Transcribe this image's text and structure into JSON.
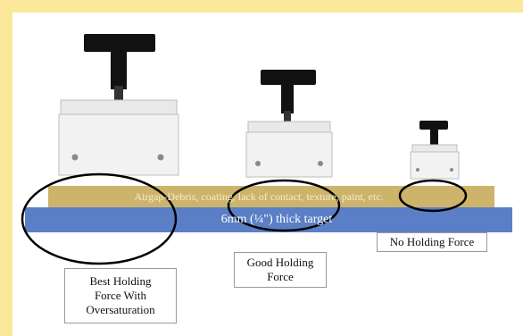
{
  "diagram": {
    "gap_layer_text": "Airgap-Debris, coating, lack of contact, texture, paint, etc.",
    "target_text": "6mm (¼\") thick target",
    "labels": {
      "large": "Best Holding\nForce With\nOversaturation",
      "medium": "Good Holding\nForce",
      "small": "No Holding Force"
    },
    "colors": {
      "background": "#fbe79a",
      "panel": "#ffffff",
      "gap_layer": "#cdb46a",
      "target": "#5a7fc6",
      "handle": "#111111",
      "body": "#f2f2f2",
      "outline": "#000000"
    }
  }
}
